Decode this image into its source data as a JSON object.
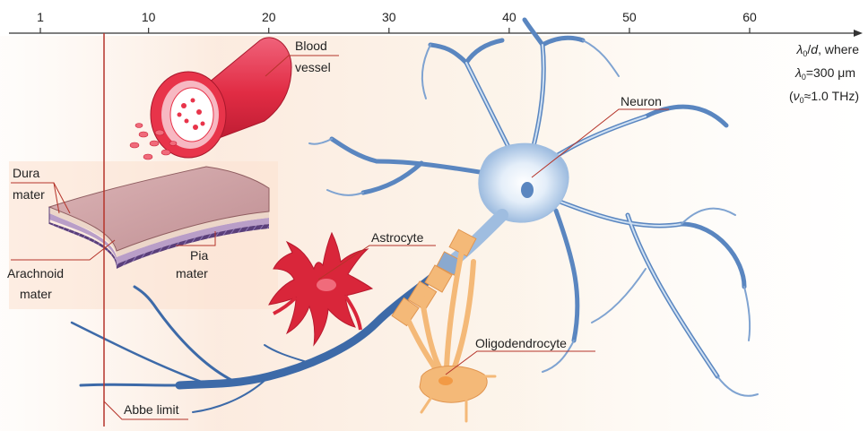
{
  "axis": {
    "ticks": [
      {
        "value": 1,
        "label": "1"
      },
      {
        "value": 10,
        "label": "10"
      },
      {
        "value": 20,
        "label": "20"
      },
      {
        "value": 30,
        "label": "30"
      },
      {
        "value": 40,
        "label": "40"
      },
      {
        "value": 50,
        "label": "50"
      },
      {
        "value": 60,
        "label": "60"
      }
    ],
    "note_line1_a": "λ",
    "note_line1_sub": "0",
    "note_line1_b": "/",
    "note_line1_c": "d",
    "note_line1_d": ", where",
    "note_line2_a": "λ",
    "note_line2_sub": "0",
    "note_line2_b": "=300 μm",
    "note_line3_a": "(",
    "note_line3_b": "ν",
    "note_line3_sub": "0",
    "note_line3_c": "≈1.0 THz)"
  },
  "labels": {
    "blood_vessel_1": "Blood",
    "blood_vessel_2": "vessel",
    "neuron": "Neuron",
    "dura_1": "Dura",
    "dura_2": "mater",
    "arachnoid_1": "Arachnoid",
    "arachnoid_2": "mater",
    "pia_1": "Pia",
    "pia_2": "mater",
    "astrocyte": "Astrocyte",
    "oligodendrocyte": "Oligodendrocyte",
    "abbe": "Abbe limit"
  },
  "colors": {
    "axis": "#333333",
    "abbe_line": "#b5342a",
    "leader": "#b5342a",
    "neuron": "#5a86c0",
    "neuron_light": "#dbe8f6",
    "astrocyte": "#d9263a",
    "oligodendrocyte": "#f4b978",
    "vessel": "#e8344a",
    "meninges_top": "#cfa3a6",
    "background_warm": "#fbeee0"
  }
}
